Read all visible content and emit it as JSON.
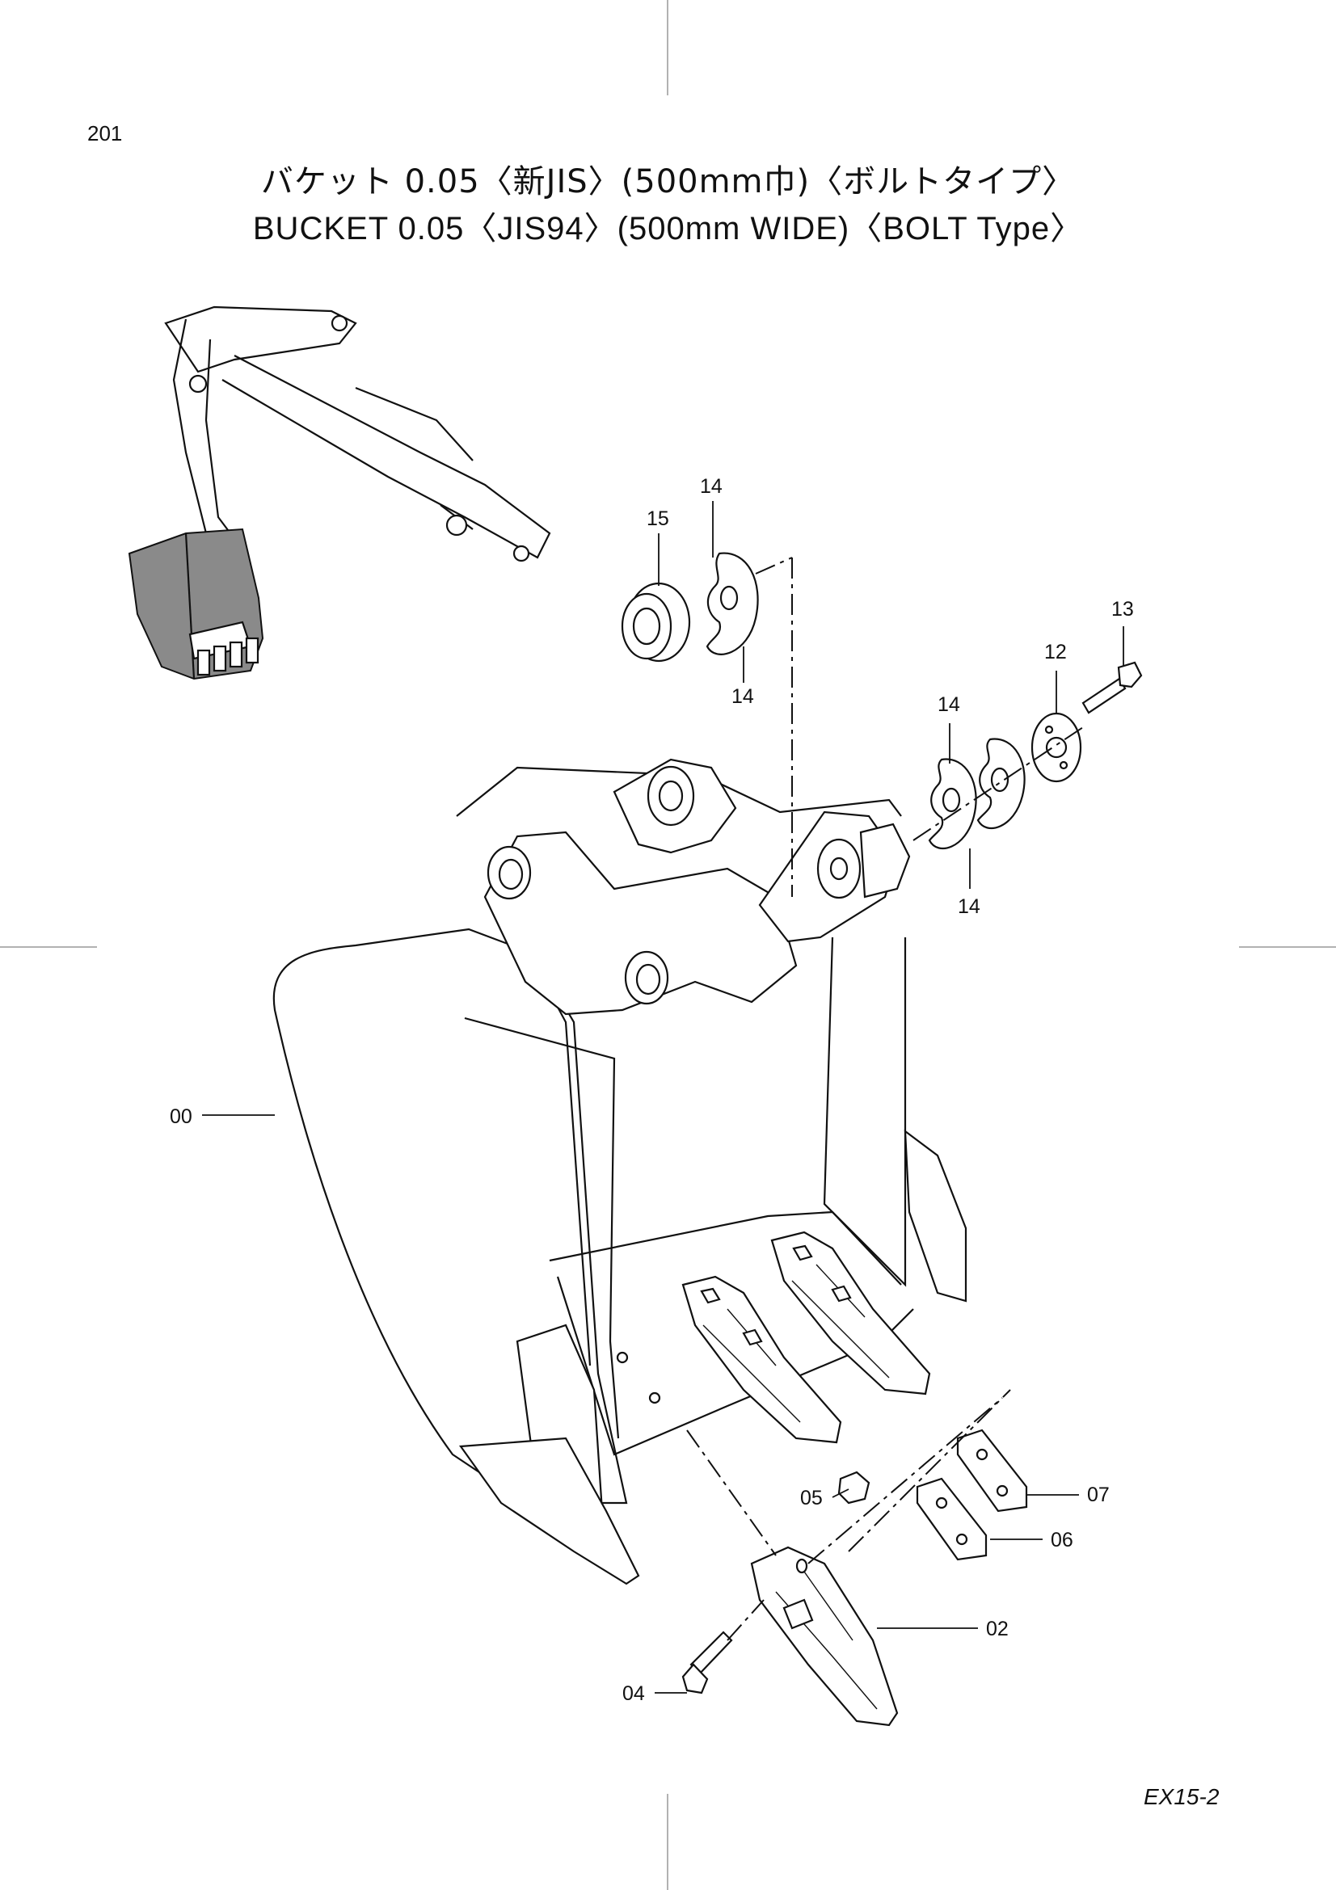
{
  "page": {
    "number": "201",
    "code": "EX15-2"
  },
  "title": {
    "japanese": "バケット 0.05〈新JIS〉(500mm巾)〈ボルトタイプ〉",
    "english": "BUCKET 0.05〈JIS94〉(500mm WIDE)〈BOLT Type〉"
  },
  "callouts": {
    "c00": "00",
    "c02": "02",
    "c04": "04",
    "c05": "05",
    "c06": "06",
    "c07": "07",
    "c12": "12",
    "c13": "13",
    "c14a": "14",
    "c14b": "14",
    "c14c": "14",
    "c14d": "14",
    "c15": "15"
  }
}
